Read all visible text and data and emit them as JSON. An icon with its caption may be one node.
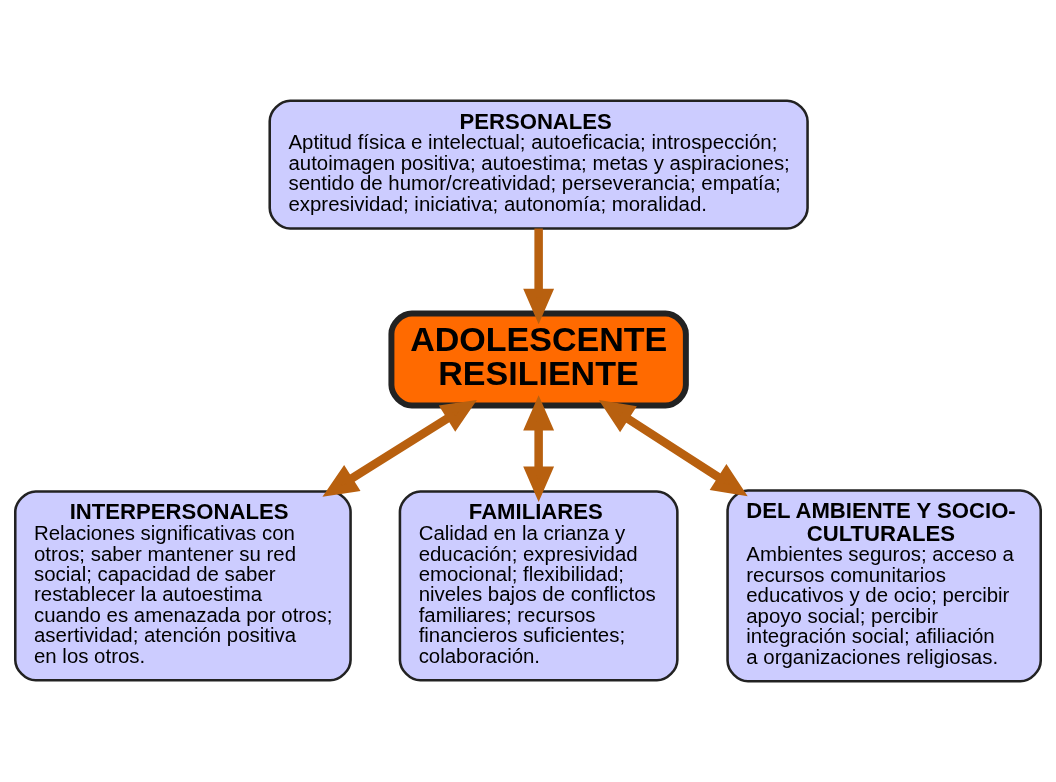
{
  "diagram": {
    "nodes": [
      {
        "text": [
          "PERSONALES",
          "Aptitud física e intelectual; autoeficacia; introspección; autoimagen positiva; autoestima; metas y aspiraciones; sentido de humor/creatividad; perseverancia; empatía; expresividad; iniciativa; autonomía; moralidad."
        ]
      },
      {
        "text": [
          "ADOLESCENTE RESILIENTE"
        ]
      },
      {
        "text": [
          "INTERPERSONALES",
          "Relaciones significativas con otros; saber mantener su red social; capacidad de saber restablecer la autoestima cuando es amenazada por otros; asertividad; atención positiva en los otros."
        ]
      },
      {
        "text": [
          "FAMILIARES",
          "Calidad en la crianza y educación; expresividad emocional; flexibilidad; niveles bajos de conflictos familiares; recursos financieros suficientes; colaboración."
        ]
      },
      {
        "text": [
          "DEL AMBIENTE Y SOCIO-CULTURALES",
          "Ambientes seguros; acceso a recursos comunitarios educativos y de ocio; percibir apoyo social; percibir integración social; afiliación a organizaciones religiosas."
        ]
      }
    ],
    "edges": [
      {
        "from": 0,
        "to": 1,
        "arrow": "to"
      },
      {
        "from": 1,
        "to": 2,
        "arrow": "both"
      },
      {
        "from": 1,
        "to": 3,
        "arrow": "both"
      },
      {
        "from": 1,
        "to": 4,
        "arrow": "both"
      }
    ]
  }
}
